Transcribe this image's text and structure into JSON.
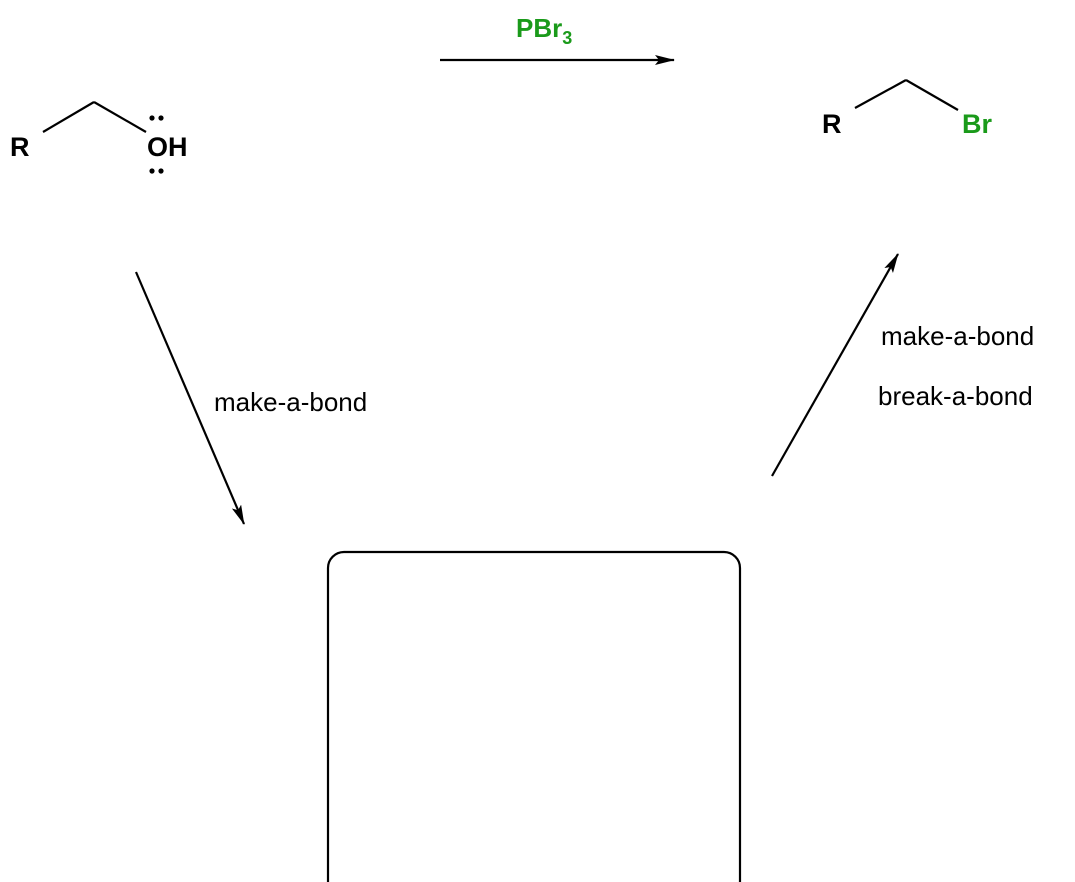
{
  "colors": {
    "ink": "#000000",
    "reagent": "#1a9a1a",
    "bromine": "#1a9a1a"
  },
  "reaction": {
    "reagent": {
      "symbol": "PBr",
      "subscript": "3"
    }
  },
  "reactant": {
    "r_group": "R",
    "hydroxyl": "OH",
    "lone_pairs": 2
  },
  "product": {
    "r_group": "R",
    "halogen": "Br"
  },
  "steps": {
    "step1_label": "make-a-bond",
    "step2_labels": [
      "make-a-bond",
      "break-a-bond"
    ]
  }
}
